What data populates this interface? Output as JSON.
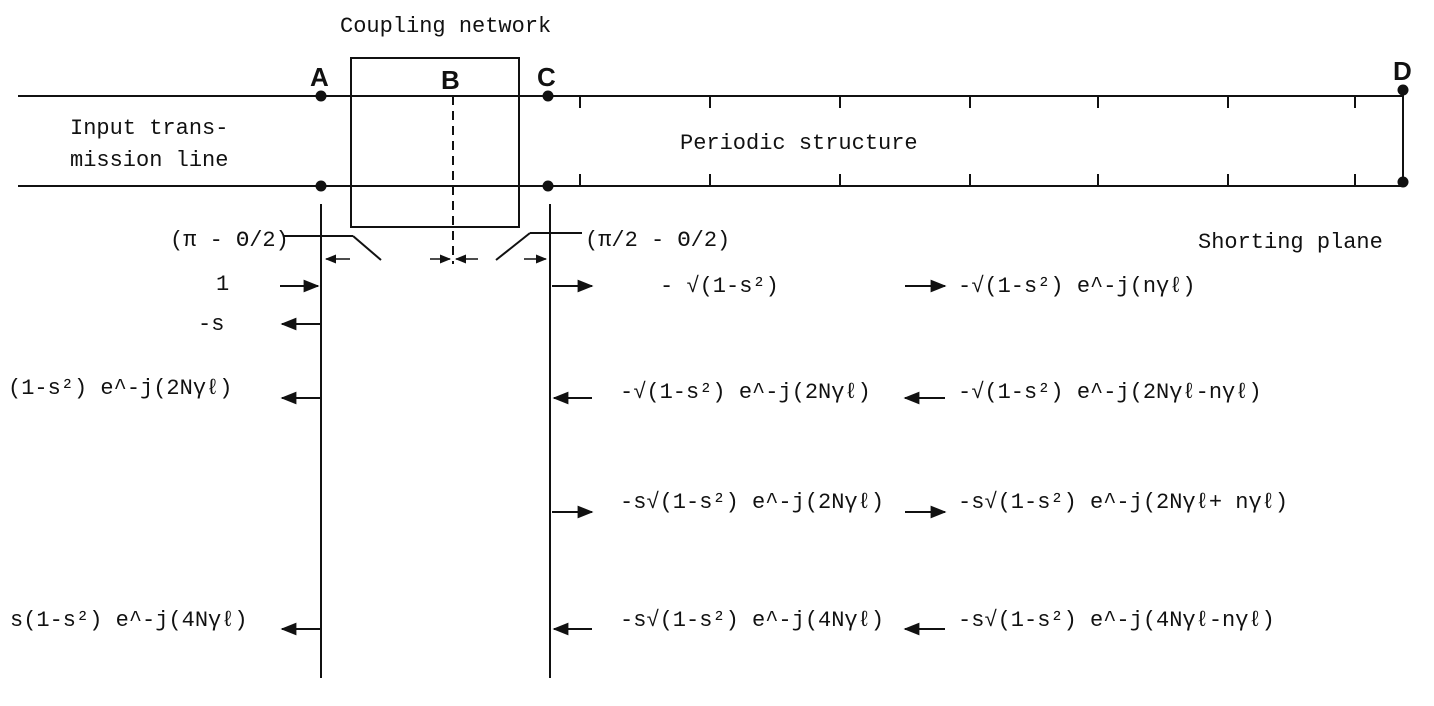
{
  "title": "Coupling network",
  "points": {
    "a": "A",
    "b": "B",
    "c": "C",
    "d": "D"
  },
  "labels": {
    "input_line_1": "Input trans-",
    "input_line_2": "mission line",
    "periodic": "Periodic structure",
    "shorting": "Shorting plane"
  },
  "angles": {
    "left": "(π - Θ/2)",
    "right": "(π/2 - Θ/2)"
  },
  "waves": {
    "incident": "1",
    "reflected": "-s",
    "transmitted_1": "- √(1-s²)",
    "at_d": "-√(1-s²) e^-j(nγℓ)",
    "returned_1": "(1-s²) e^-j(2Nγℓ)",
    "at_c_1": "-√(1-s²) e^-j(2Nγℓ)",
    "back_1": "-√(1-s²) e^-j(2Nγℓ-nγℓ)",
    "reinc_c": "-s√(1-s²) e^-j(2Nγℓ)",
    "fwd_2": "-s√(1-s²) e^-j(2Nγℓ+ nγℓ)",
    "returned_2": "s(1-s²) e^-j(4Nγℓ)",
    "at_c_2": "-s√(1-s²) e^-j(4Nγℓ)",
    "back_2": "-s√(1-s²) e^-j(4Nγℓ-nγℓ)"
  }
}
